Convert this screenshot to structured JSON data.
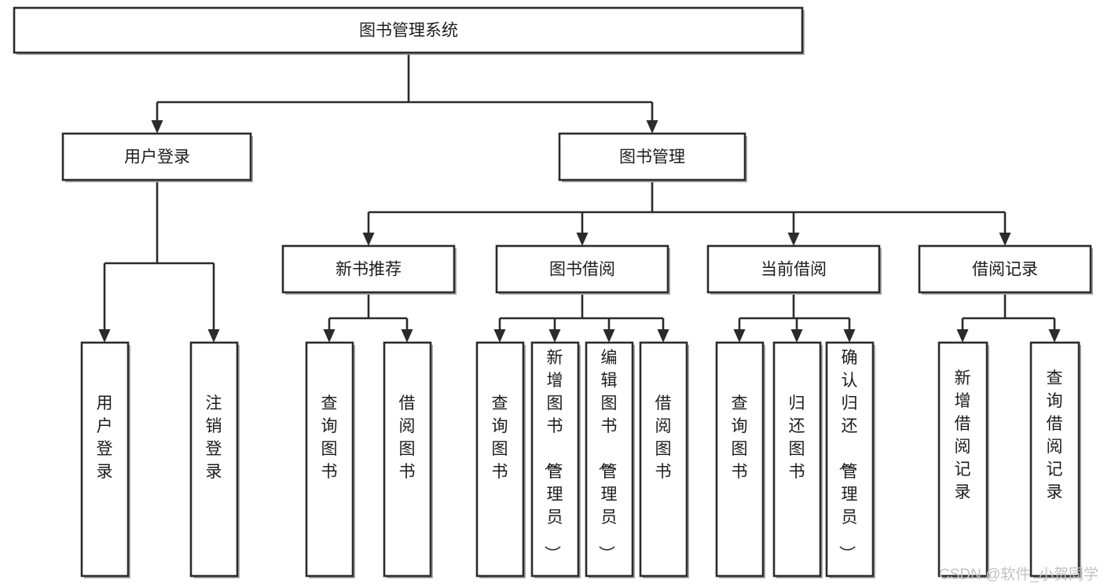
{
  "diagram": {
    "title": "图书管理系统",
    "type": "tree-hierarchy-chart",
    "orientation": "top-down",
    "accent_color": "#2b2b2b",
    "box_fill": "#ffffff",
    "nodes": {
      "root": {
        "label": "图书管理系统"
      },
      "level2": [
        {
          "label": "用户登录"
        },
        {
          "label": "图书管理"
        }
      ],
      "level3": [
        {
          "label": "新书推荐"
        },
        {
          "label": "图书借阅"
        },
        {
          "label": "当前借阅"
        },
        {
          "label": "借阅记录"
        }
      ],
      "leaves_user_login": [
        {
          "label": "用户登录"
        },
        {
          "label": "注销登录"
        }
      ],
      "leaves_new_books": [
        {
          "label": "查询图书"
        },
        {
          "label": "借阅图书"
        }
      ],
      "leaves_borrow": [
        {
          "label": "查询图书"
        },
        {
          "label": "新增图书（管理员）"
        },
        {
          "label": "编辑图书（管理员）"
        },
        {
          "label": "借阅图书"
        }
      ],
      "leaves_current": [
        {
          "label": "查询图书"
        },
        {
          "label": "归还图书"
        },
        {
          "label": "确认归还（管理员）"
        }
      ],
      "leaves_records": [
        {
          "label": "新增借阅记录"
        },
        {
          "label": "查询借阅记录"
        }
      ]
    },
    "watermark": "CSDN @软件_小贺同学"
  }
}
